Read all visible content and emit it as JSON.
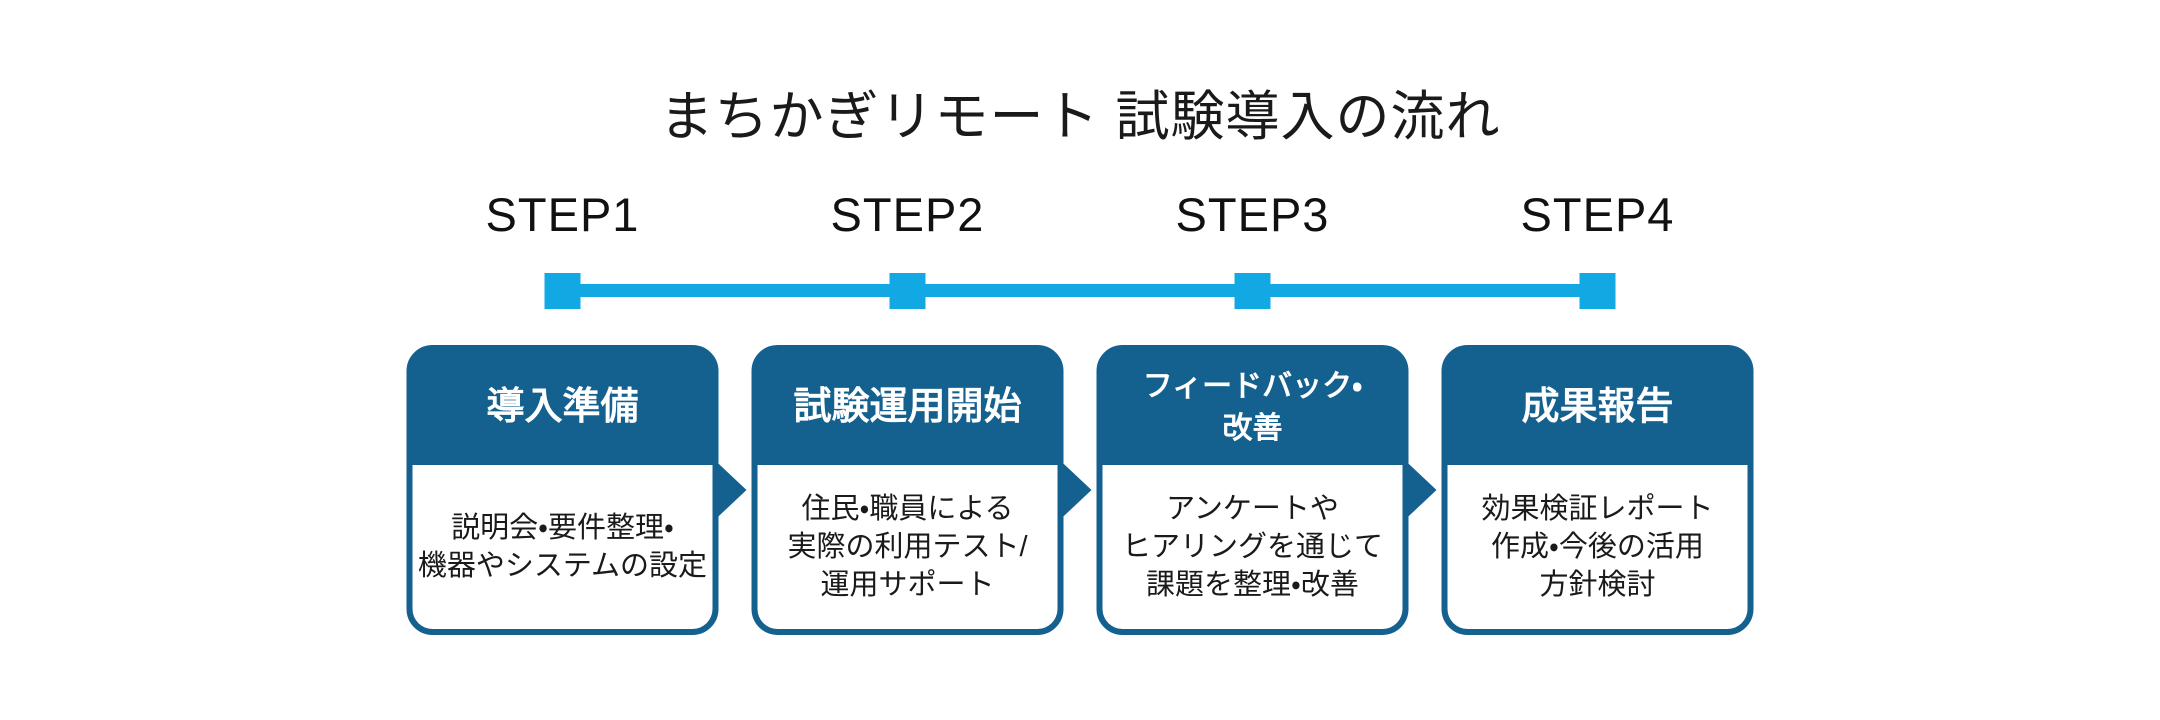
{
  "title": "まちかぎリモート 試験導入の流れ",
  "colors": {
    "card_header_blue": "#14608F",
    "timeline_blue": "#12A8E4",
    "body_text": "#1A1A1A",
    "header_text": "#FFFFFF",
    "background": "#FFFFFF"
  },
  "steps": [
    {
      "step": "STEP1",
      "title": "導入準備",
      "description": "説明会・要件整理・\n機器やシステムの設定"
    },
    {
      "step": "STEP2",
      "title": "試験運用開始",
      "description": "住民・職員による\n実際の利用テスト/\n運用サポート"
    },
    {
      "step": "STEP3",
      "title": "フィードバック・\n改善",
      "description": "アンケートや\nヒアリングを通じて\n課題を整理・改善"
    },
    {
      "step": "STEP4",
      "title": "成果報告",
      "description": "効果検証レポート\n作成・今後の活用\n方針検討"
    }
  ]
}
